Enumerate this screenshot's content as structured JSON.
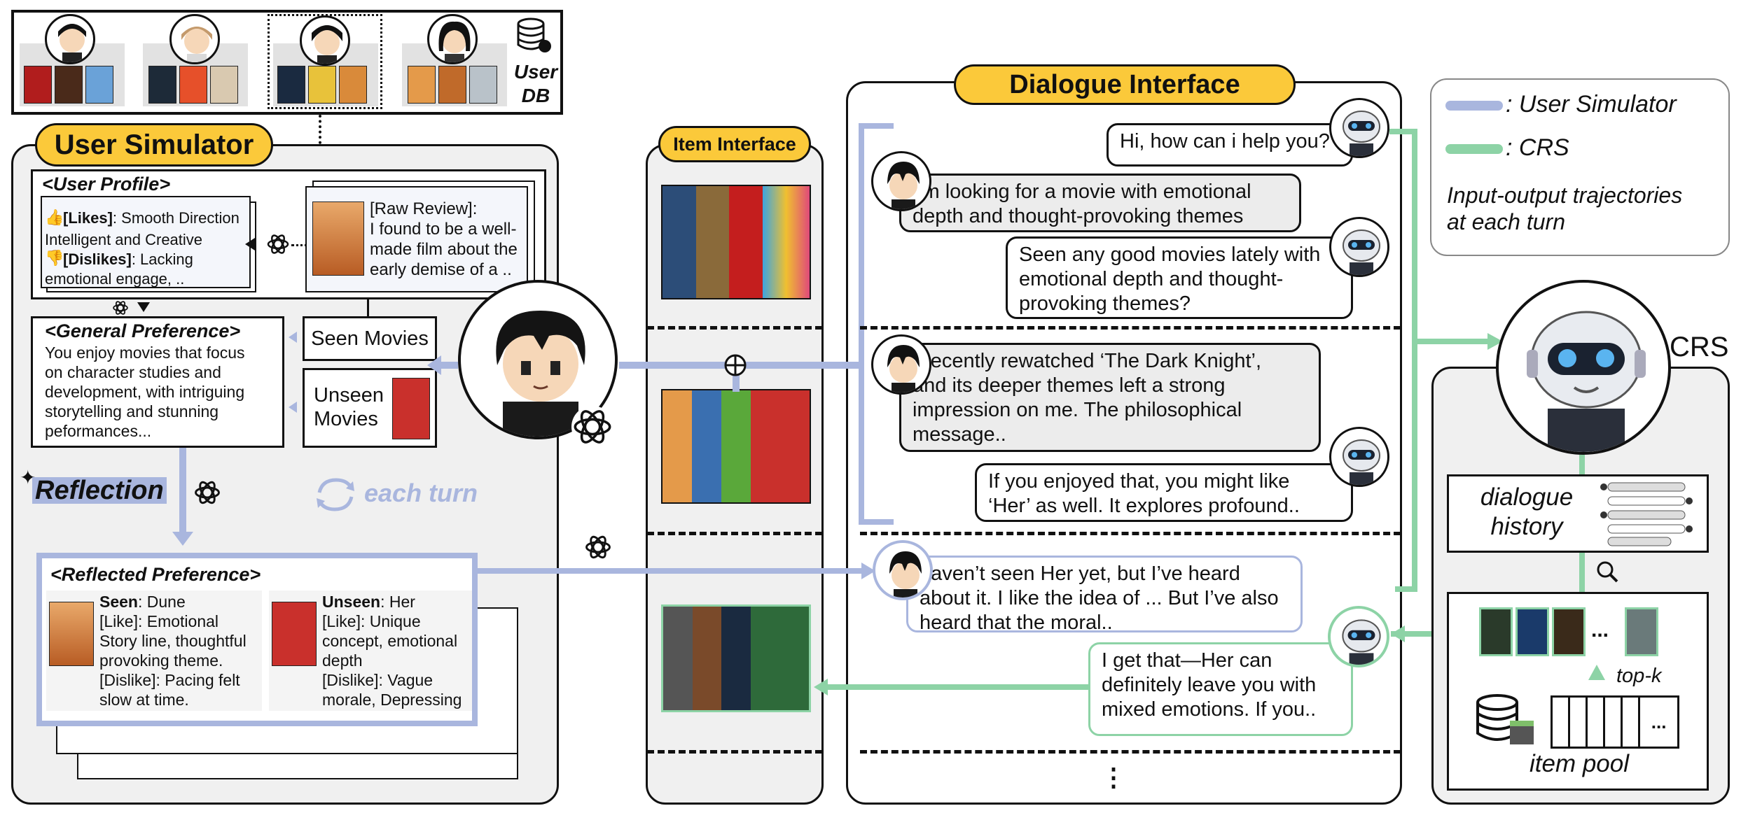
{
  "user_db": {
    "label_line1": "User",
    "label_line2": "DB"
  },
  "user_simulator": {
    "title": "User Simulator",
    "profile_title": "<User Profile>",
    "likes_label": "[Likes]",
    "likes_text": ": Smooth Direction",
    "likes_text2": "Intelligent and Creative",
    "dislikes_label": "[Dislikes]",
    "dislikes_text": ": Lacking",
    "dislikes_text2": "emotional engage, ..",
    "raw_review_lines": [
      "[Raw Review]:",
      "I found to be a well-",
      "made film about the",
      "early demise of a .."
    ],
    "general_pref_title": "<General Preference>",
    "general_pref_lines": [
      "You enjoy movies that focus",
      "on character studies and",
      "development, with intriguing",
      "storytelling and stunning",
      "peformances..."
    ],
    "seen_movies": "Seen Movies",
    "unseen_movies_line1": "Unseen",
    "unseen_movies_line2": "Movies",
    "reflection": "Reflection",
    "each_turn": "each turn",
    "reflected_title": "<Reflected Preference>",
    "seen_label": "Seen",
    "seen_value": ": Dune",
    "seen_lines": [
      "[Like]: Emotional",
      "Story line, thoughtful",
      "provoking theme.",
      "[Dislike]: Pacing felt",
      "slow at time."
    ],
    "unseen_label": "Unseen",
    "unseen_value": ": Her",
    "unseen_lines": [
      "[Like]: Unique",
      "concept, emotional",
      "depth",
      "[Dislike]: Vague",
      "morale, Depressing"
    ]
  },
  "item_interface": {
    "title": "Item Interface"
  },
  "dialogue": {
    "title": "Dialogue Interface",
    "m1": [
      "Hi, how can i help you?"
    ],
    "m2": [
      "I’m looking for a movie with emotional",
      "depth and thought-provoking themes"
    ],
    "m3": [
      "Seen any good movies lately with",
      "emotional depth and thought-",
      "provoking themes?"
    ],
    "m4": [
      "I recently rewatched ‘The Dark Knight’,",
      "and its deeper themes left a strong",
      "impression on me. The philosophical",
      "message.."
    ],
    "m5": [
      "If you enjoyed that, you might like",
      "‘Her’ as well. It explores profound.."
    ],
    "m6": [
      " haven’t seen Her yet, but I’ve heard",
      "about it. I like the idea of ... But I’ve also",
      "heard that the moral.."
    ],
    "m7": [
      "I get that—Her can",
      "definitely leave you with",
      "mixed emotions. If you.."
    ],
    "ellipsis": "⋮"
  },
  "legend": {
    "user_sim": ": User Simulator",
    "crs": ": CRS",
    "note_line1": "Input-output trajectories",
    "note_line2": "at each turn"
  },
  "crs": {
    "label": "CRS",
    "dialogue_history_line1": "dialogue",
    "dialogue_history_line2": "history",
    "top_k": "top-k",
    "item_pool": "item pool",
    "ellipsis": "...",
    "pool_ellipsis": "..."
  },
  "colors": {
    "user_sim": "#a9b6de",
    "crs": "#8dd3a6",
    "pill": "#fbc93a",
    "panel": "#f0f0f0"
  },
  "icons": [
    "database-icon",
    "openai-icon",
    "thumbs-up-icon",
    "thumbs-down-icon",
    "sparkle-icon",
    "refresh-icon",
    "search-icon",
    "oplus-icon"
  ]
}
